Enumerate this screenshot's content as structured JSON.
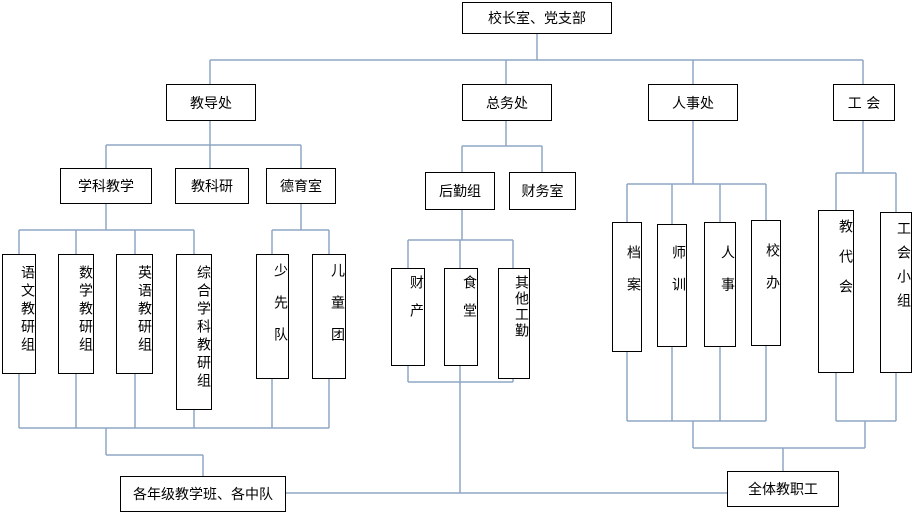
{
  "chart": {
    "line_color": "#8ea7c4",
    "root": "校长室、党支部",
    "departments": {
      "teaching": "教导处",
      "general_affairs": "总务处",
      "personnel": "人事处",
      "union": "工 会"
    },
    "teaching_sub": {
      "subject_teaching": "学科教学",
      "teaching_research": "教科研",
      "moral_education": "德育室"
    },
    "research_groups": {
      "chinese": "语文教研组",
      "math": "数学教研组",
      "english": "英语教研组",
      "comprehensive": "综合学科教研组"
    },
    "moral_units": {
      "pioneers": "少先队",
      "children_corps": "儿童团"
    },
    "general_sub": {
      "logistics": "后勤组",
      "finance": "财务室"
    },
    "logistics_units": {
      "assets": "财产",
      "canteen": "食堂",
      "other": "其他工勤"
    },
    "personnel_units": {
      "archives": "档案",
      "training": "师训",
      "affairs": "人事",
      "office": "校办"
    },
    "union_units": {
      "congress": "教代会",
      "union_group": "工会小组"
    },
    "bottom": {
      "classes": "各年级教学班、各中队",
      "staff": "全体教职工"
    }
  }
}
